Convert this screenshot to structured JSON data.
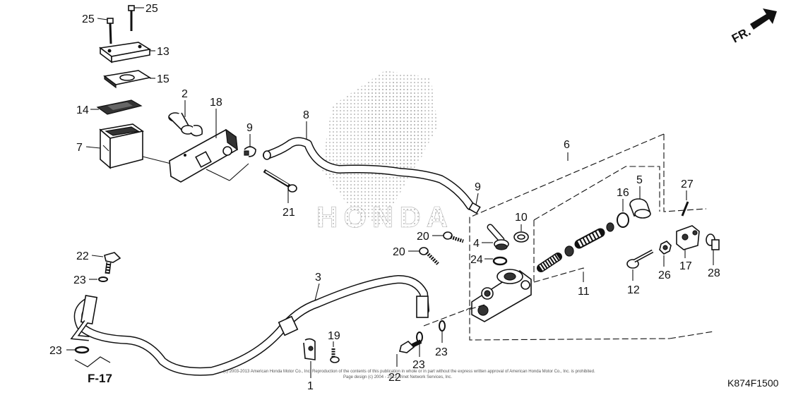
{
  "diagram": {
    "direction_marker": "FR.",
    "figure_ref": "F-17",
    "drawing_code": "K874F1500",
    "watermark_brand": "HONDA",
    "copyright_line1": "(c) 2003-2013 American Honda Motor Co., Inc. Reproduction of the contents of this publication in whole or in part without the express written approval of American Honda Motor Co., Inc. is prohibited.",
    "copyright_line2": "Page design (c) 2004 - 2013 Arinet Network Services, Inc.",
    "callouts": {
      "c1": "1",
      "c2": "2",
      "c3": "3",
      "c4": "4",
      "c5": "5",
      "c6": "6",
      "c7": "7",
      "c8": "8",
      "c9a": "9",
      "c9b": "9",
      "c10": "10",
      "c11": "11",
      "c12": "12",
      "c13": "13",
      "c14": "14",
      "c15": "15",
      "c16": "16",
      "c17": "17",
      "c18": "18",
      "c19": "19",
      "c20a": "20",
      "c20b": "20",
      "c21": "21",
      "c22a": "22",
      "c22b": "22",
      "c23a": "23",
      "c23b": "23",
      "c23c": "23",
      "c23d": "23",
      "c24": "24",
      "c25a": "25",
      "c25b": "25",
      "c26": "26",
      "c27": "27",
      "c28": "28"
    }
  }
}
